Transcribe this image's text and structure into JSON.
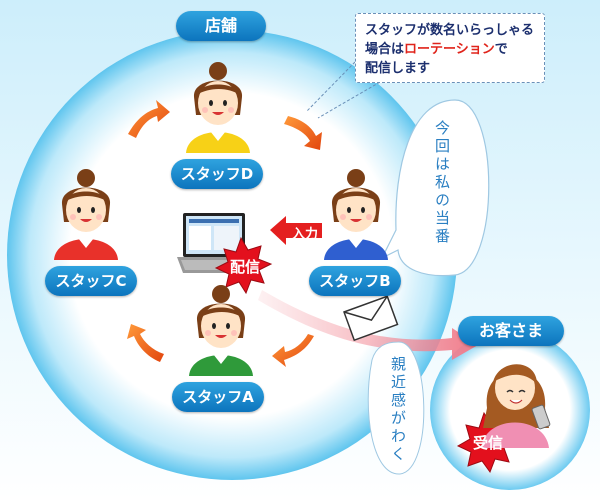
{
  "store": {
    "label": "店舗"
  },
  "staff": [
    {
      "id": "D",
      "label": "スタッフD",
      "shirt": "#f7d117"
    },
    {
      "id": "C",
      "label": "スタッフC",
      "shirt": "#e8312a"
    },
    {
      "id": "B",
      "label": "スタッフB",
      "shirt": "#2f5fd0"
    },
    {
      "id": "A",
      "label": "スタッフA",
      "shirt": "#2f9a3a"
    }
  ],
  "rotation_note": {
    "line1": "スタッフが数名いらっしゃる",
    "line2_prefix": "場合は",
    "line2_highlight": "ローテーション",
    "line2_suffix": "で",
    "line3": "配信します"
  },
  "speech_bubble": {
    "text": "今回は私の当番"
  },
  "input_tag": {
    "label": "入力"
  },
  "send_badge": {
    "label": "配信"
  },
  "customer": {
    "label": "お客さま",
    "comment": "親近感がわく",
    "receive_badge": "受信"
  },
  "colors": {
    "accent_blue": "#0c74bd",
    "arrow_orange": "#f26a1b",
    "highlight_red": "#e0241b",
    "mail_arrow_pink": "#f4a0a8"
  }
}
